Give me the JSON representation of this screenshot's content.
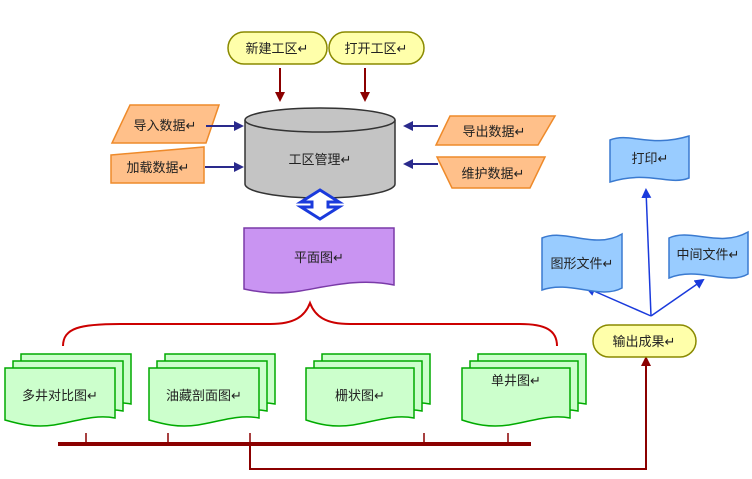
{
  "nodes": {
    "new_workarea": "新建工区↵",
    "open_workarea": "打开工区↵",
    "import_data": "导入数据↵",
    "load_data": "加载数据↵",
    "workarea_mgmt": "工区管理↵",
    "export_data": "导出数据↵",
    "maintain_data": "维护数据↵",
    "plan_map": "平面图↵",
    "multiwell_compare": "多井对比图↵",
    "reservoir_section": "油藏剖面图↵",
    "fence_diagram": "栅状图↵",
    "single_well": "单井图↵",
    "output_results": "输出成果↵",
    "print": "打印↵",
    "graphic_file": "图形文件↵",
    "intermediate_file": "中间文件↵"
  },
  "colors": {
    "terminator_fill": "#ffffaa",
    "terminator_stroke": "#8a8a00",
    "io_fill": "#ffc08a",
    "io_stroke": "#ee8a2a",
    "database_fill": "#c4c4c4",
    "database_stroke": "#333333",
    "plan_fill": "#c994f2",
    "plan_stroke": "#7a3aa8",
    "map_fill": "#ccffcc",
    "map_stroke": "#00aa00",
    "file_fill": "#99ccff",
    "file_stroke": "#3a7ad0",
    "dark_red_arrow": "#8b0000",
    "navy_arrow": "#2a2a8c",
    "blue_arrow": "#1a3adc",
    "red_brace": "#cc0000"
  }
}
